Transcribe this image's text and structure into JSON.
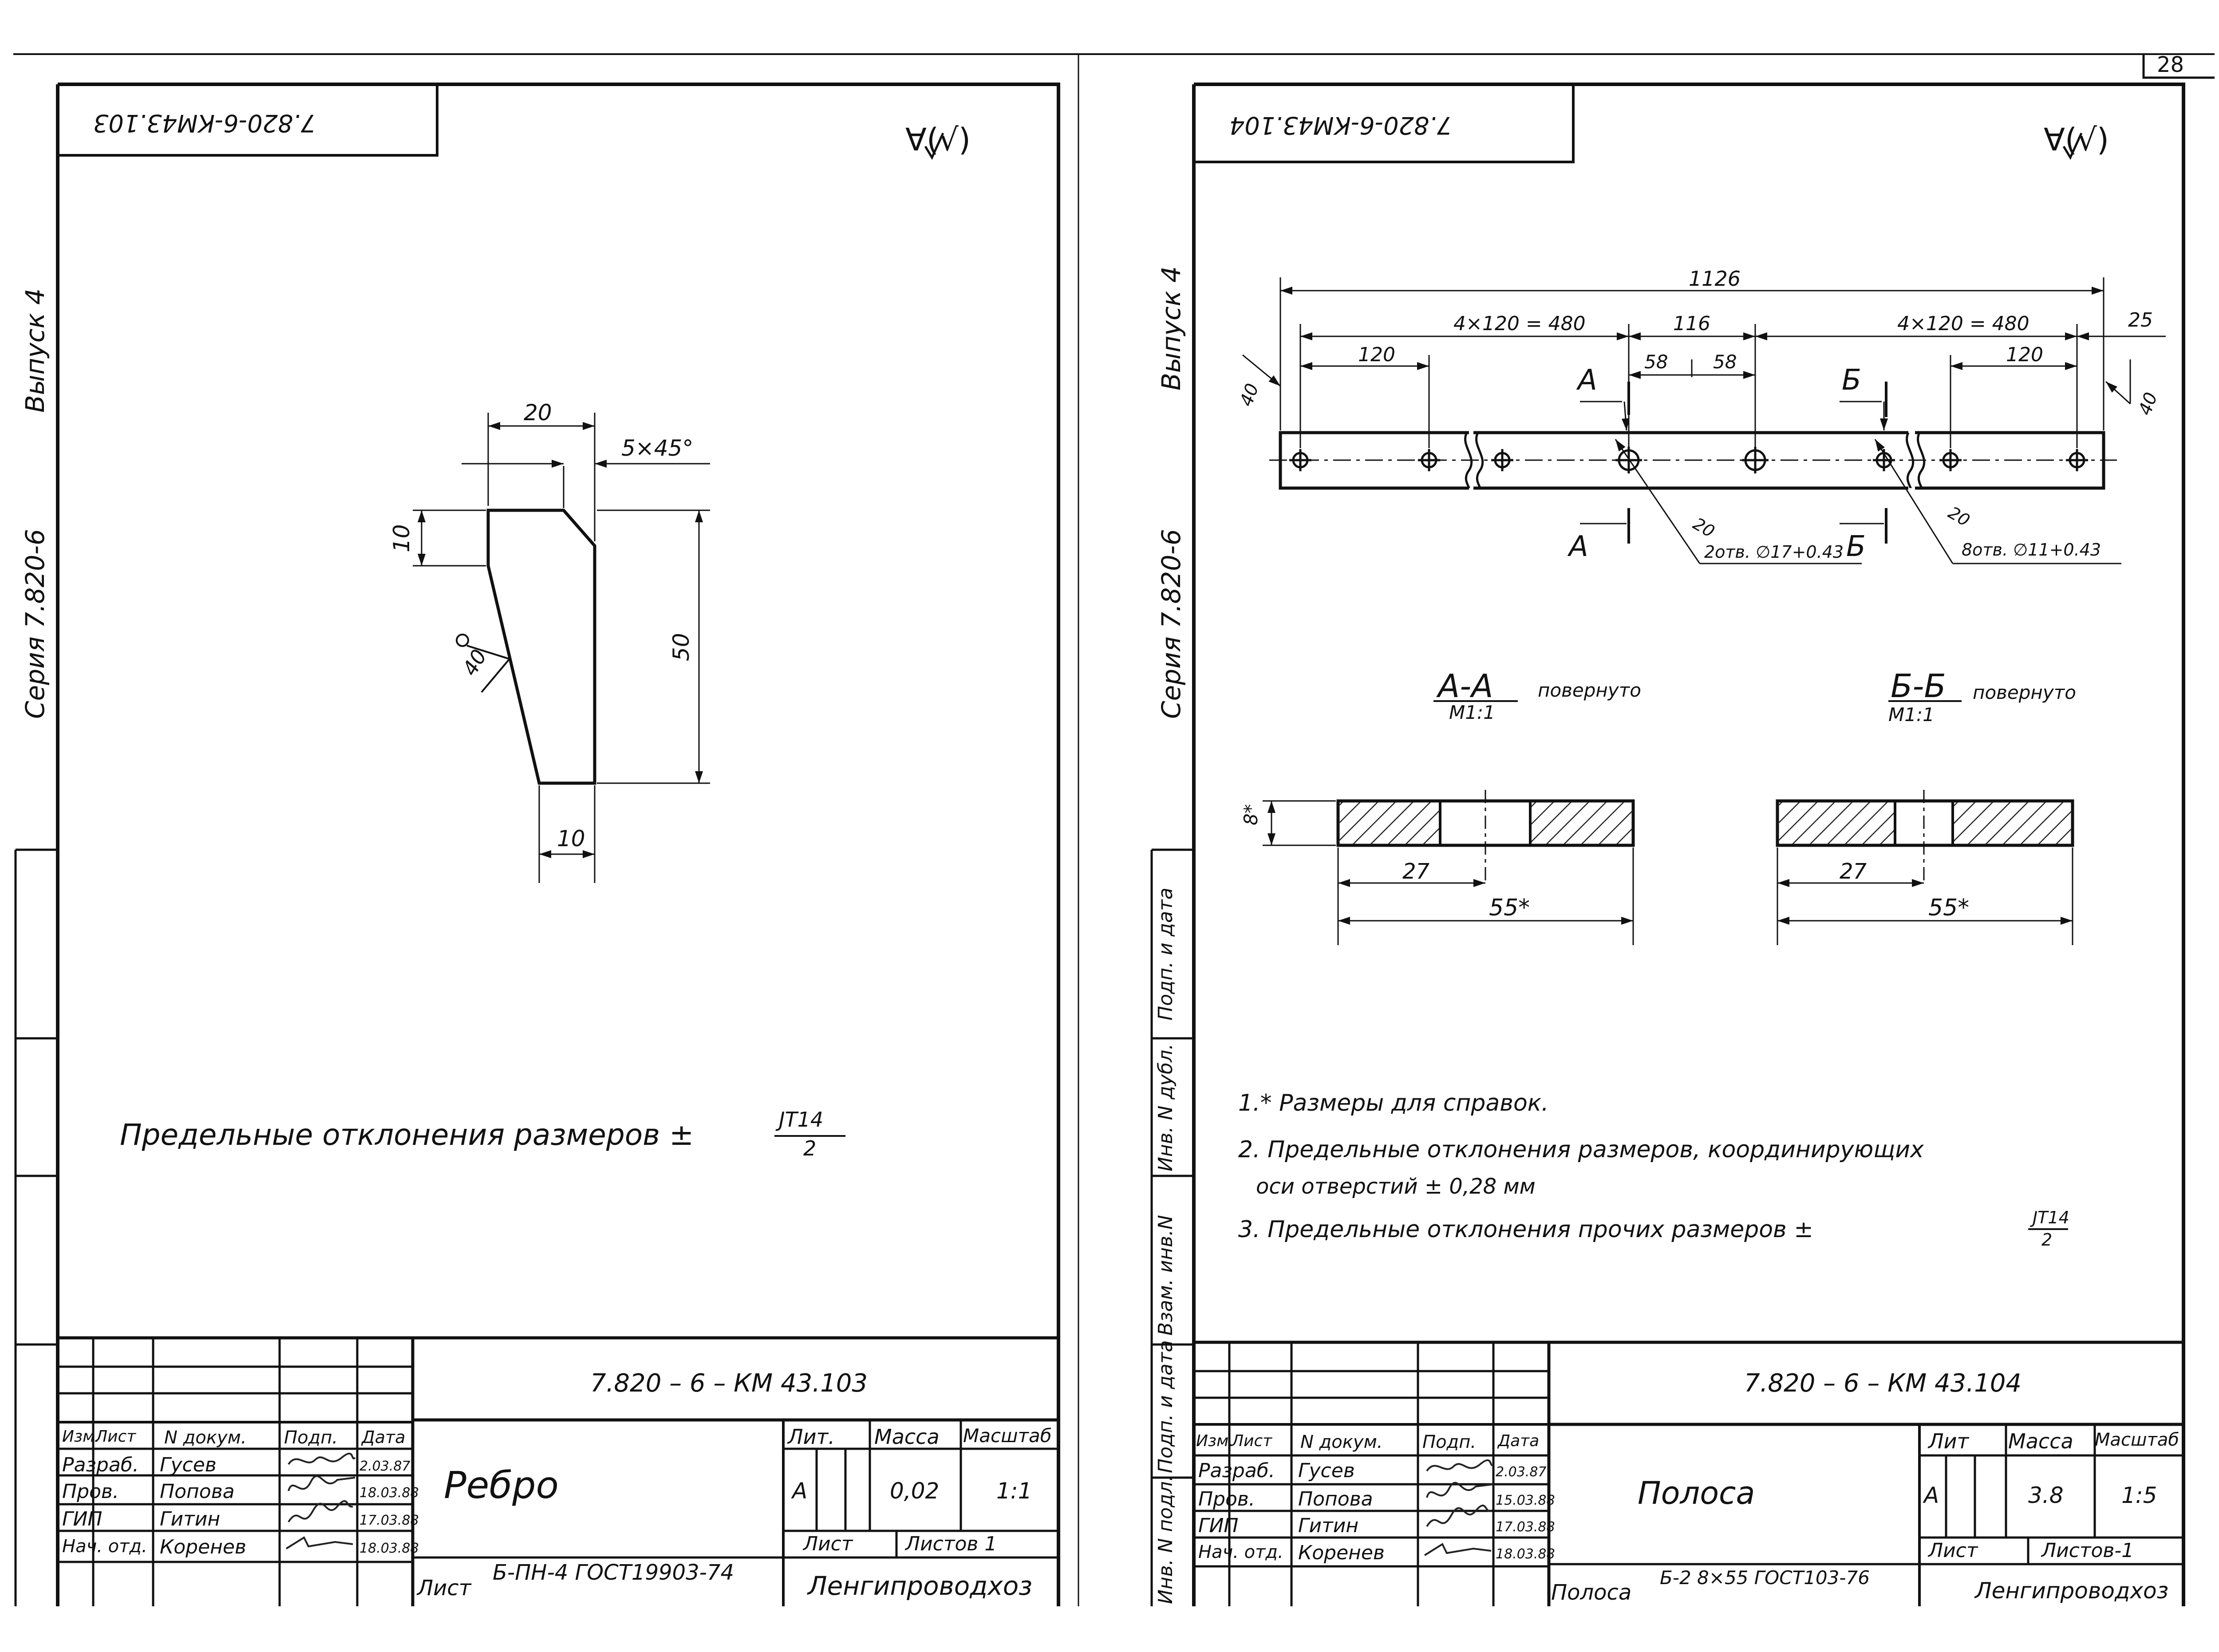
{
  "page_number": "28",
  "sheets": {
    "left": {
      "code_stamp": "7.820-6-КМ43.103",
      "finish_mark": "∀(√)",
      "series_text": "Серия 7.820-6",
      "issue_text": "Выпуск 4",
      "dims": {
        "top": "20",
        "chamfer": "5×45°",
        "left": "10",
        "height": "50",
        "bottom": "10",
        "weld": "40"
      },
      "note": "Предельные отклонения размеров ±",
      "note_frac_num": "JT14",
      "note_frac_den": "2",
      "title_block": {
        "code": "7.820 – 6 – КМ 43.103",
        "name": "Ребро",
        "lit_header": "Лит.",
        "mass_header": "Масса",
        "scale_header": "Масштаб",
        "lit": "А",
        "mass": "0,02",
        "scale": "1:1",
        "sheet_label": "Лист",
        "sheets_label": "Листов 1",
        "material_prefix": "Лист",
        "material": "Б-ПН-4 ГОСТ19903-74",
        "org": "Ленгипроводхоз",
        "headers": [
          "Изм.",
          "Лист",
          "N докум.",
          "Подп.",
          "Дата"
        ],
        "rows": [
          {
            "role": "Разраб.",
            "name": "Гусев",
            "date": "2.03.87"
          },
          {
            "role": "Пров.",
            "name": "Попова",
            "date": "18.03.88"
          },
          {
            "role": "ГИП",
            "name": "Гитин",
            "date": "17.03.88"
          },
          {
            "role": "Нач. отд.",
            "name": "Коренев",
            "date": "18.03.88"
          }
        ]
      }
    },
    "right": {
      "code_stamp": "7.820-6-КМ43.104",
      "finish_mark": "∀(√)",
      "series_text": "Серия 7.820-6",
      "issue_text": "Выпуск 4",
      "dims": {
        "total": "1126",
        "left_group": "4×120 = 480",
        "mid": "116",
        "right_group": "4×120 = 480",
        "end": "25",
        "left_pitch": "120",
        "right_pitch": "120",
        "half1": "58",
        "half2": "58",
        "left_edge": "40",
        "right_edge": "40",
        "leader1_dim": "20",
        "leader2_dim": "20",
        "holes1": "2отв. ∅17+0.43",
        "holes2": "8отв. ∅11+0.43",
        "sec_letter_a": "А",
        "sec_letter_b": "Б",
        "thick": "8*",
        "half_a": "27",
        "width_a": "55*",
        "half_b": "27",
        "width_b": "55*"
      },
      "section_a": {
        "label": "А-А",
        "scale": "М1:1",
        "note": "повернуто"
      },
      "section_b": {
        "label": "Б-Б",
        "scale": "М1:1",
        "note": "повернуто"
      },
      "notes": [
        "1.* Размеры для справок.",
        "2. Предельные отклонения размеров, координирующих",
        "оси отверстий ± 0,28 мм",
        "3. Предельные отклонения прочих размеров ±"
      ],
      "note_frac_num": "JT14",
      "note_frac_den": "2",
      "side_labels": [
        "Подп. и дата",
        "Инв. N дубл.",
        "Взам. инв.N",
        "Подп. и дата",
        "Инв. N подл."
      ],
      "title_block": {
        "code": "7.820 – 6 – КМ 43.104",
        "name": "Полоса",
        "lit_header": "Лит",
        "mass_header": "Масса",
        "scale_header": "Масштаб",
        "lit": "А",
        "mass": "3.8",
        "scale": "1:5",
        "sheet_label": "Лист",
        "sheets_label": "Листов-1",
        "material_prefix": "Полоса",
        "material": "Б-2 8×55 ГОСТ103-76",
        "org": "Ленгипроводхоз",
        "headers": [
          "Изм.",
          "Лист",
          "N докум.",
          "Подп.",
          "Дата"
        ],
        "rows": [
          {
            "role": "Разраб.",
            "name": "Гусев",
            "date": "2.03.87"
          },
          {
            "role": "Пров.",
            "name": "Попова",
            "date": "15.03.88"
          },
          {
            "role": "ГИП",
            "name": "Гитин",
            "date": "17.03.88"
          },
          {
            "role": "Нач. отд.",
            "name": "Коренев",
            "date": "18.03.88"
          }
        ]
      }
    }
  }
}
